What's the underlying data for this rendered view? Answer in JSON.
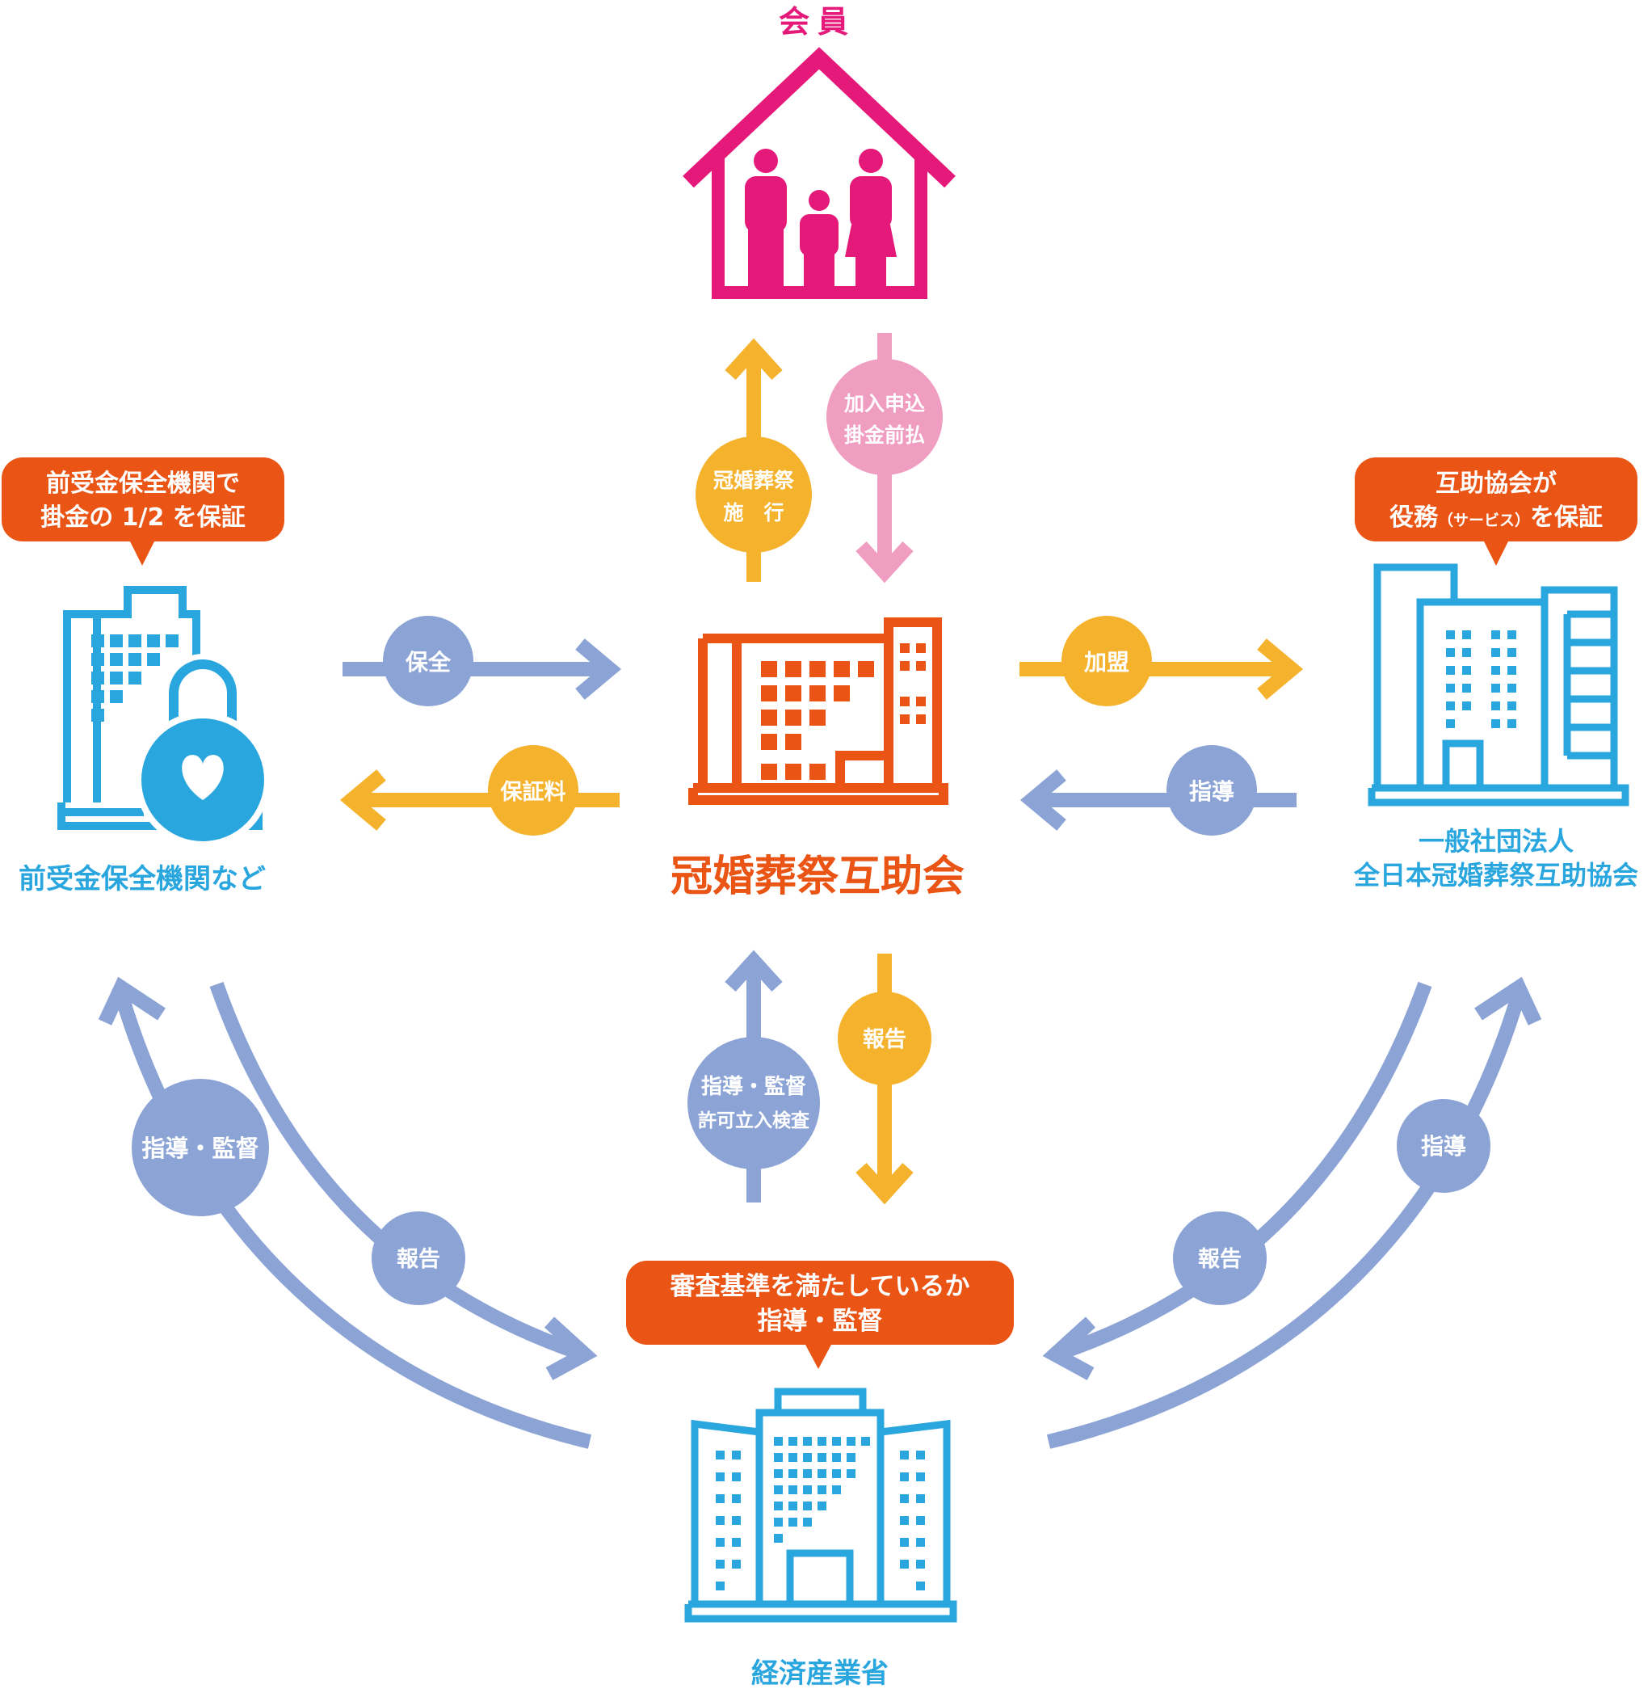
{
  "colors": {
    "pink": "#e5197a",
    "orange": "#ea5414",
    "yellow": "#f5b22c",
    "periwinkle": "#8ba3d5",
    "light_pink": "#f09dc2",
    "sky": "#2aa6df",
    "white": "#ffffff"
  },
  "nodes": {
    "member": {
      "label": "会員",
      "icon": "house-family-icon"
    },
    "cooperative": {
      "label": "冠婚葬祭互助会",
      "icon": "office-building-icon"
    },
    "guarantee": {
      "label": "前受金保全機関など",
      "icon": "building-padlock-icon"
    },
    "association": {
      "label_line1": "一般社団法人",
      "label_line2": "全日本冠婚葬祭互助協会",
      "icon": "office-building-icon"
    },
    "ministry": {
      "label": "経済産業省",
      "icon": "government-building-icon"
    }
  },
  "callouts": {
    "guarantee": {
      "line1": "前受金保全機関で",
      "line2": "掛金の 1/2 を保証"
    },
    "association": {
      "line1": "互助協会が",
      "line2_a": "役務",
      "line2_b": "（サービス）",
      "line2_c": "を保証"
    },
    "ministry": {
      "line1": "審査基準を満たしているか",
      "line2": "指導・監督"
    }
  },
  "flows": {
    "ceremony": {
      "line1": "冠婚葬祭",
      "line2": "施　行"
    },
    "join": {
      "line1": "加入申込",
      "line2": "掛金前払"
    },
    "protection": {
      "label": "保全"
    },
    "fee": {
      "label": "保証料"
    },
    "membership": {
      "label": "加盟"
    },
    "guidance_assoc": {
      "label": "指導"
    },
    "ministry_up": {
      "line1": "指導・監督",
      "line2": "許可立入検査"
    },
    "report_center": {
      "label": "報告"
    },
    "left_up": {
      "label": "指導・監督"
    },
    "left_down": {
      "label": "報告"
    },
    "right_down": {
      "label": "報告"
    },
    "right_up": {
      "label": "指導"
    }
  }
}
